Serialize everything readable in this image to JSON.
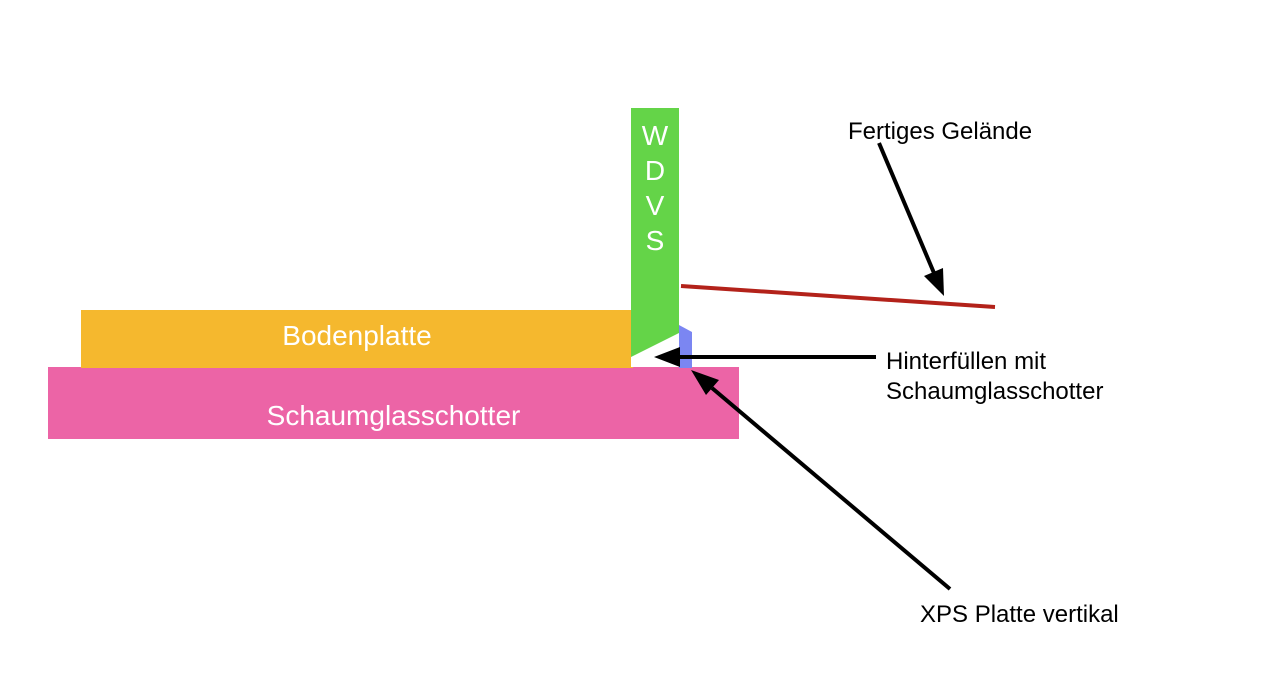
{
  "colors": {
    "bodenplatte": "#f5b82e",
    "schaumglasschotter": "#ec64a6",
    "wdvs": "#64d448",
    "xps": "#7b86f2",
    "gelaende_line": "#b3221a",
    "arrow": "#000000"
  },
  "layers": {
    "bodenplatte": "Bodenplatte",
    "schaumglasschotter": "Schaumglasschotter",
    "wdvs_letters": [
      "W",
      "D",
      "V",
      "S"
    ]
  },
  "annotations": {
    "gelaende": "Fertiges Gelände",
    "hinterfuellen_line1": "Hinterfüllen mit",
    "hinterfuellen_line2": "Schaumglasschotter",
    "xps": "XPS Platte vertikal"
  }
}
